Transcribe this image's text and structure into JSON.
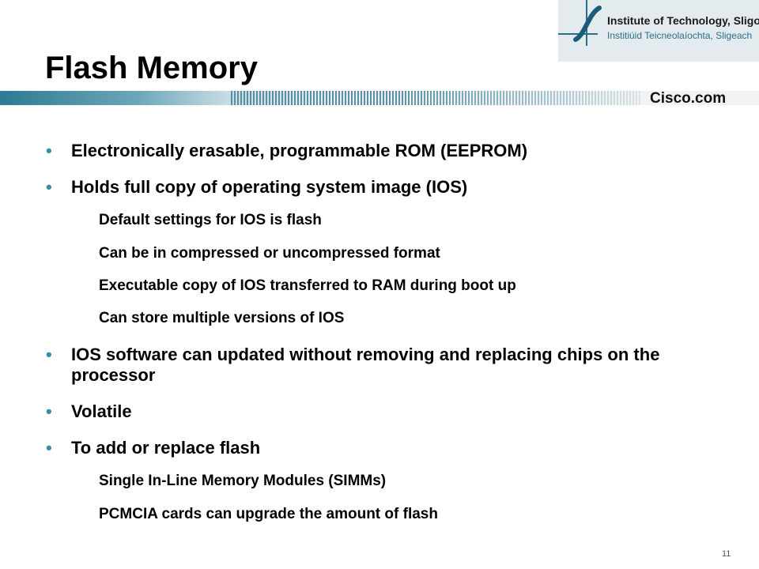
{
  "logo": {
    "name_en": "Institute of Technology, Sligo",
    "name_ga": "Institiúid Teicneolaíochta, Sligeach"
  },
  "title": "Flash Memory",
  "cisco_brand": "Cisco.com",
  "bullets": [
    {
      "text": "Electronically erasable, programmable ROM (EEPROM)"
    },
    {
      "text": "Holds full copy of operating system image (IOS)"
    },
    {
      "text": "Default settings for IOS is flash"
    },
    {
      "text": "Can be in compressed or uncompressed format"
    },
    {
      "text": "Executable copy of IOS transferred to RAM during boot up"
    },
    {
      "text": "Can store multiple versions of IOS"
    },
    {
      "text": "IOS software can updated without removing and replacing chips on the processor"
    },
    {
      "text": "Volatile"
    },
    {
      "text": "To add or replace flash"
    },
    {
      "text": "Single In-Line Memory Modules (SIMMs)"
    },
    {
      "text": "PCMCIA cards can upgrade the amount of flash"
    }
  ],
  "bullet_symbol": "•",
  "page_number": "11",
  "colors": {
    "accent": "#2d7a93",
    "bullet": "#3a8fa6"
  }
}
